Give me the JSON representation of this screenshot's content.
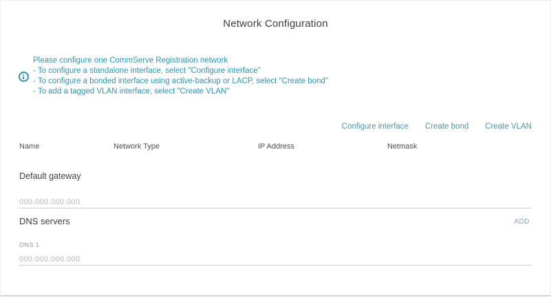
{
  "page": {
    "title": "Network Configuration"
  },
  "info": {
    "icon": "info-icon",
    "lines": [
      "Please configure one CommServe Registration network",
      "- To configure a standalone interface, select \"Configure interface\"",
      "- To configure a bonded interface using active-backup or LACP, select \"Create bond\"",
      "- To add a tagged VLAN interface, select \"Create VLAN\""
    ]
  },
  "actions": {
    "configure_interface": "Configure interface",
    "create_bond": "Create bond",
    "create_vlan": "Create VLAN"
  },
  "table": {
    "headers": [
      "Name",
      "Network Type",
      "IP Address",
      "Netmask"
    ]
  },
  "gateway": {
    "label": "Default gateway",
    "value": "",
    "placeholder": "000.000.000.000"
  },
  "dns": {
    "label": "DNS servers",
    "add_label": "ADD",
    "fields": [
      {
        "label": "DNS 1",
        "value": "",
        "placeholder": "000.000.000.000"
      }
    ]
  },
  "colors": {
    "info_text": "#2a95b8",
    "link": "#4f93a5",
    "add_link": "#85a6b5"
  }
}
